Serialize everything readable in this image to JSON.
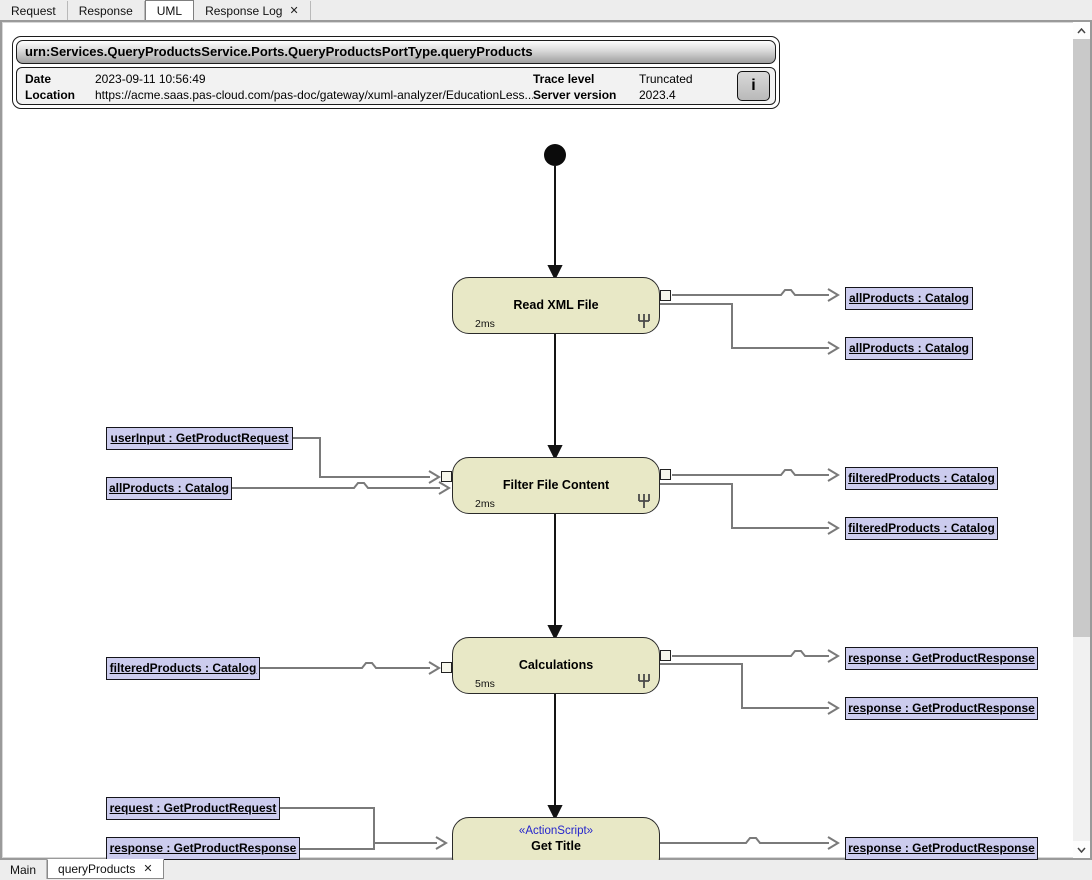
{
  "window": {
    "top_tabs": [
      "Request",
      "Response",
      "UML",
      "Response Log"
    ],
    "active_top_tab": "UML",
    "bottom_tabs": [
      "Main",
      "queryProducts"
    ],
    "active_bottom_tab": "queryProducts",
    "close_glyph": "✕"
  },
  "header": {
    "title": "urn:Services.QueryProductsService.Ports.QueryProductsPortType.queryProducts",
    "date_label": "Date",
    "date_value": "2023-09-11 10:56:49",
    "location_label": "Location",
    "location_value": "https://acme.saas.pas-cloud.com/pas-doc/gateway/xuml-analyzer/EducationLess...",
    "trace_label": "Trace level",
    "trace_value": "Truncated",
    "server_label": "Server version",
    "server_value": "2023.4",
    "info_glyph": "i"
  },
  "diagram": {
    "nodes": [
      {
        "title": "Read XML File",
        "duration": "2ms"
      },
      {
        "title": "Filter File Content",
        "duration": "2ms"
      },
      {
        "title": "Calculations",
        "duration": "5ms"
      },
      {
        "title": "Get Title",
        "stereotype": "«ActionScript»"
      }
    ],
    "boxes": {
      "read_out1": "allProducts : Catalog",
      "read_out2": "allProducts : Catalog",
      "filter_in1": "userInput : GetProductRequest",
      "filter_in2": "allProducts : Catalog",
      "filter_out1": "filteredProducts : Catalog",
      "filter_out2": "filteredProducts : Catalog",
      "calc_in1": "filteredProducts : Catalog",
      "calc_out1": "response : GetProductResponse",
      "calc_out2": "response : GetProductResponse",
      "title_in1": "request : GetProductRequest",
      "title_in2": "response : GetProductResponse",
      "title_out1": "response : GetProductResponse"
    }
  },
  "colors": {
    "node_fill": "#e8e8c6",
    "node_border": "#2a2a2a",
    "object_fill": "#ccccee",
    "object_border": "#15151a",
    "flow_line": "#7a7a7a",
    "control_line": "#141414",
    "stereotype_text": "#2424cc",
    "titlebar_gradient_end": "#9f9f9f"
  }
}
